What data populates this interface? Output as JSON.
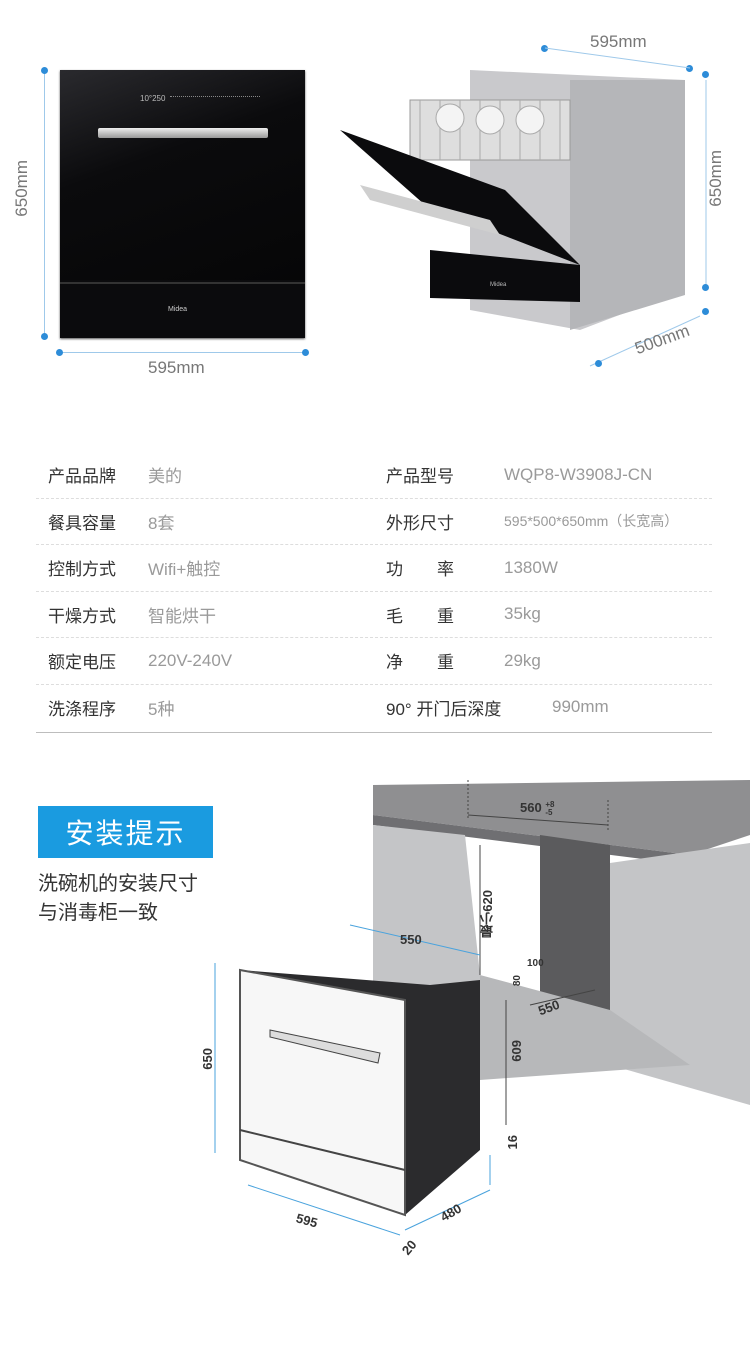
{
  "dimensions": {
    "front_width": "595mm",
    "front_height": "650mm",
    "side_width": "595mm",
    "side_height": "650mm",
    "side_depth": "500mm"
  },
  "panel": {
    "display_text": "10°250",
    "brand_logo": "Midea"
  },
  "specs": [
    {
      "label": "产品品牌",
      "value": "美的",
      "label2": "产品型号",
      "value2": "WQP8-W3908J-CN"
    },
    {
      "label": "餐具容量",
      "value": "8套",
      "label2": "外形尺寸",
      "value2": "595*500*650mm（长宽高）"
    },
    {
      "label": "控制方式",
      "value": "Wifi+触控",
      "label2": "功　　率",
      "value2": "1380W"
    },
    {
      "label": "干燥方式",
      "value": "智能烘干",
      "label2": "毛　　重",
      "value2": "35kg"
    },
    {
      "label": "额定电压",
      "value": "220V-240V",
      "label2": "净　　重",
      "value2": "29kg"
    },
    {
      "label": "洗涤程序",
      "value": "5种",
      "label2": "90° 开门后深度",
      "value2": "990mm"
    }
  ],
  "install": {
    "title": "安装提示",
    "note_line1": "洗碗机的安装尺寸",
    "note_line2": "与消毒柜一致",
    "cabinet_width": "560",
    "tolerance_plus": "+8",
    "tolerance_minus": "-5",
    "cabinet_height_min": "最小620",
    "cabinet_depth": "550",
    "cabinet_depth2": "550",
    "gap_100": "100",
    "gap_80": "80",
    "gap_609": "609",
    "gap_16": "16",
    "unit_height": "650",
    "unit_width": "595",
    "unit_depth": "480",
    "unit_bottom": "20"
  },
  "colors": {
    "accent_blue": "#1a9be0",
    "dimension_dot": "#2d8cd8",
    "appliance_black": "#0b0b0d"
  }
}
